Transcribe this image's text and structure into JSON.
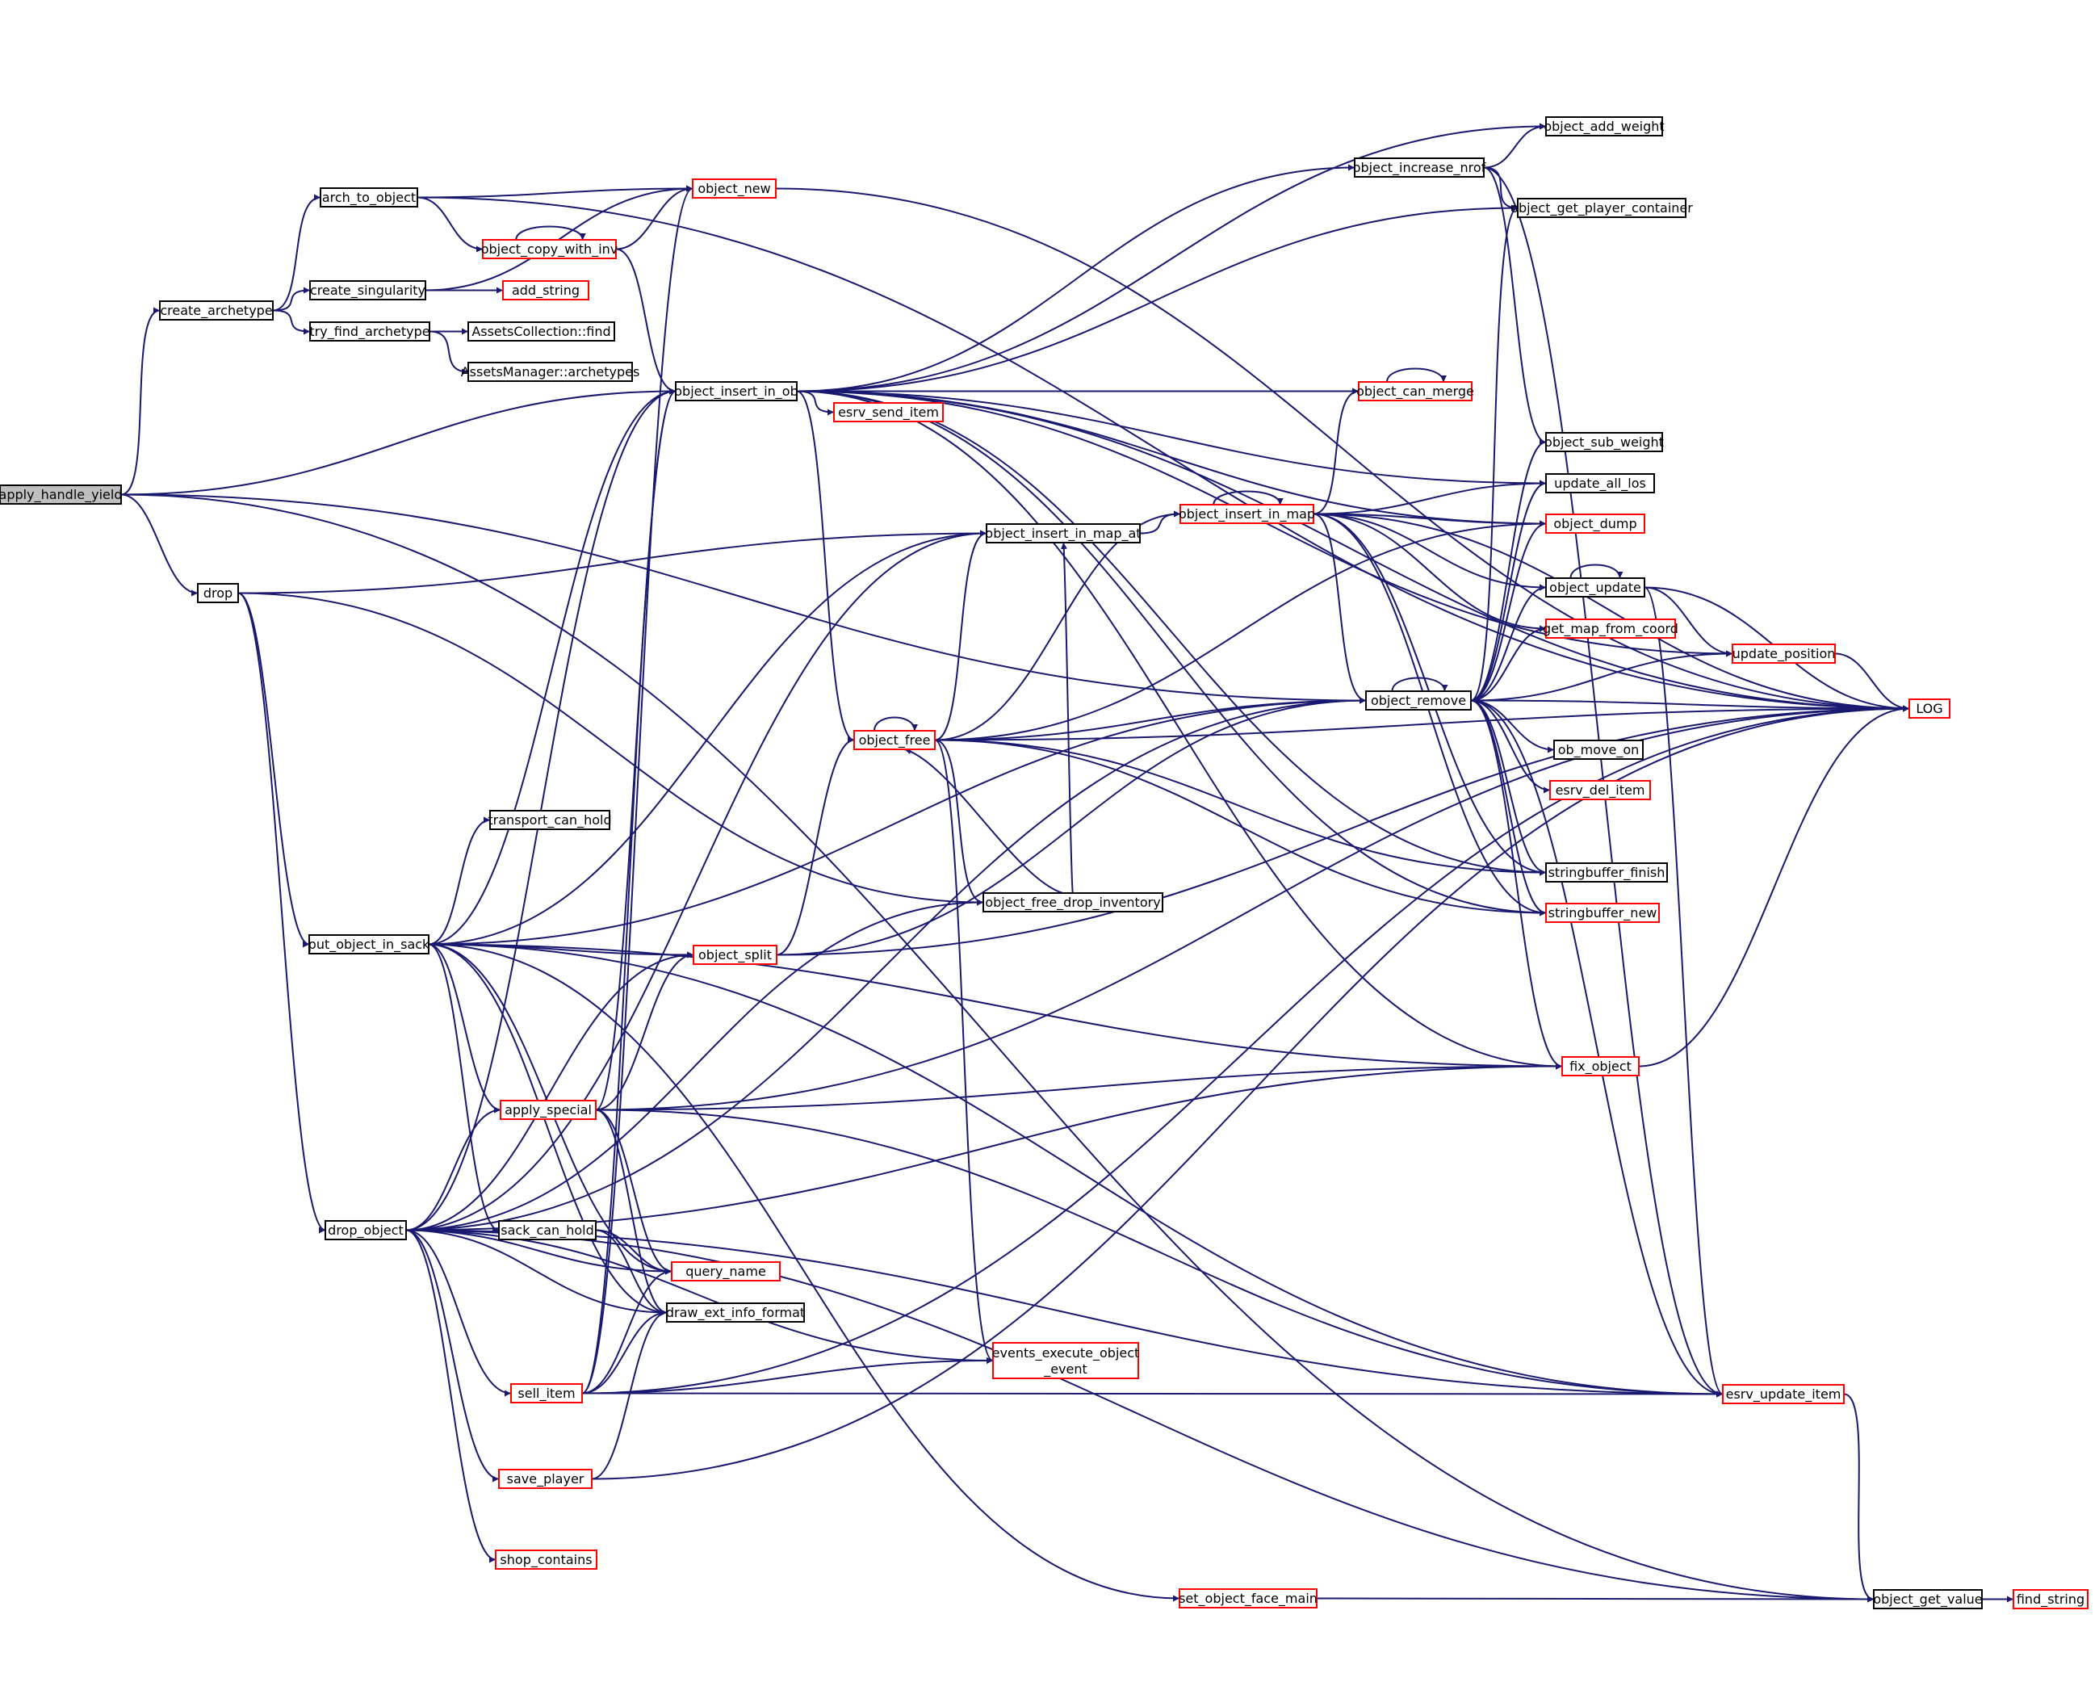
{
  "nodes": [
    {
      "id": "apply_handle_yield",
      "label": "apply_handle_yield",
      "color": "root"
    },
    {
      "id": "create_archetype",
      "label": "create_archetype",
      "color": "black"
    },
    {
      "id": "drop",
      "label": "drop",
      "color": "black"
    },
    {
      "id": "arch_to_object",
      "label": "arch_to_object",
      "color": "black"
    },
    {
      "id": "create_singularity",
      "label": "create_singularity",
      "color": "black"
    },
    {
      "id": "try_find_archetype",
      "label": "try_find_archetype",
      "color": "black"
    },
    {
      "id": "object_copy_with_inv",
      "label": "object_copy_with_inv",
      "color": "red"
    },
    {
      "id": "add_string",
      "label": "add_string",
      "color": "red"
    },
    {
      "id": "assets_find",
      "label": "AssetsCollection::find",
      "color": "black"
    },
    {
      "id": "assets_archetypes",
      "label": "AssetsManager::archetypes",
      "color": "black"
    },
    {
      "id": "object_new",
      "label": "object_new",
      "color": "red"
    },
    {
      "id": "object_insert_in_ob",
      "label": "object_insert_in_ob",
      "color": "black"
    },
    {
      "id": "esrv_send_item",
      "label": "esrv_send_item",
      "color": "red"
    },
    {
      "id": "object_insert_in_map_at",
      "label": "object_insert_in_map_at",
      "color": "black"
    },
    {
      "id": "object_free",
      "label": "object_free",
      "color": "red"
    },
    {
      "id": "object_free_drop_inventory",
      "label": "object_free_drop_inventory",
      "color": "black"
    },
    {
      "id": "object_split",
      "label": "object_split",
      "color": "red"
    },
    {
      "id": "transport_can_hold",
      "label": "transport_can_hold",
      "color": "black"
    },
    {
      "id": "put_object_in_sack",
      "label": "put_object_in_sack",
      "color": "black"
    },
    {
      "id": "apply_special",
      "label": "apply_special",
      "color": "red"
    },
    {
      "id": "drop_object",
      "label": "drop_object",
      "color": "black"
    },
    {
      "id": "sack_can_hold",
      "label": "sack_can_hold",
      "color": "black"
    },
    {
      "id": "query_name",
      "label": "query_name",
      "color": "red"
    },
    {
      "id": "draw_ext_info_format",
      "label": "draw_ext_info_format",
      "color": "black"
    },
    {
      "id": "sell_item",
      "label": "sell_item",
      "color": "red"
    },
    {
      "id": "save_player",
      "label": "save_player",
      "color": "red"
    },
    {
      "id": "shop_contains",
      "label": "shop_contains",
      "color": "red"
    },
    {
      "id": "events_execute_object_event",
      "label": "events_execute_object",
      "label2": "_event",
      "color": "red"
    },
    {
      "id": "set_object_face_main",
      "label": "set_object_face_main",
      "color": "red"
    },
    {
      "id": "object_increase_nrof",
      "label": "object_increase_nrof",
      "color": "black"
    },
    {
      "id": "object_can_merge",
      "label": "object_can_merge",
      "color": "red"
    },
    {
      "id": "object_insert_in_map",
      "label": "object_insert_in_map",
      "color": "red"
    },
    {
      "id": "object_remove",
      "label": "object_remove",
      "color": "black"
    },
    {
      "id": "object_add_weight",
      "label": "object_add_weight",
      "color": "black"
    },
    {
      "id": "object_get_player_container",
      "label": "object_get_player_container",
      "color": "black"
    },
    {
      "id": "object_sub_weight",
      "label": "object_sub_weight",
      "color": "black"
    },
    {
      "id": "update_all_los",
      "label": "update_all_los",
      "color": "black"
    },
    {
      "id": "object_dump",
      "label": "object_dump",
      "color": "red"
    },
    {
      "id": "object_update",
      "label": "object_update",
      "color": "black"
    },
    {
      "id": "get_map_from_coord",
      "label": "get_map_from_coord",
      "color": "red"
    },
    {
      "id": "ob_move_on",
      "label": "ob_move_on",
      "color": "black"
    },
    {
      "id": "esrv_del_item",
      "label": "esrv_del_item",
      "color": "red"
    },
    {
      "id": "stringbuffer_finish",
      "label": "stringbuffer_finish",
      "color": "black"
    },
    {
      "id": "stringbuffer_new",
      "label": "stringbuffer_new",
      "color": "red"
    },
    {
      "id": "fix_object",
      "label": "fix_object",
      "color": "red"
    },
    {
      "id": "esrv_update_item",
      "label": "esrv_update_item",
      "color": "red"
    },
    {
      "id": "update_position",
      "label": "update_position",
      "color": "red"
    },
    {
      "id": "log",
      "label": "LOG",
      "color": "red"
    },
    {
      "id": "object_get_value",
      "label": "object_get_value",
      "color": "black"
    },
    {
      "id": "find_string",
      "label": "find_string",
      "color": "red"
    }
  ]
}
